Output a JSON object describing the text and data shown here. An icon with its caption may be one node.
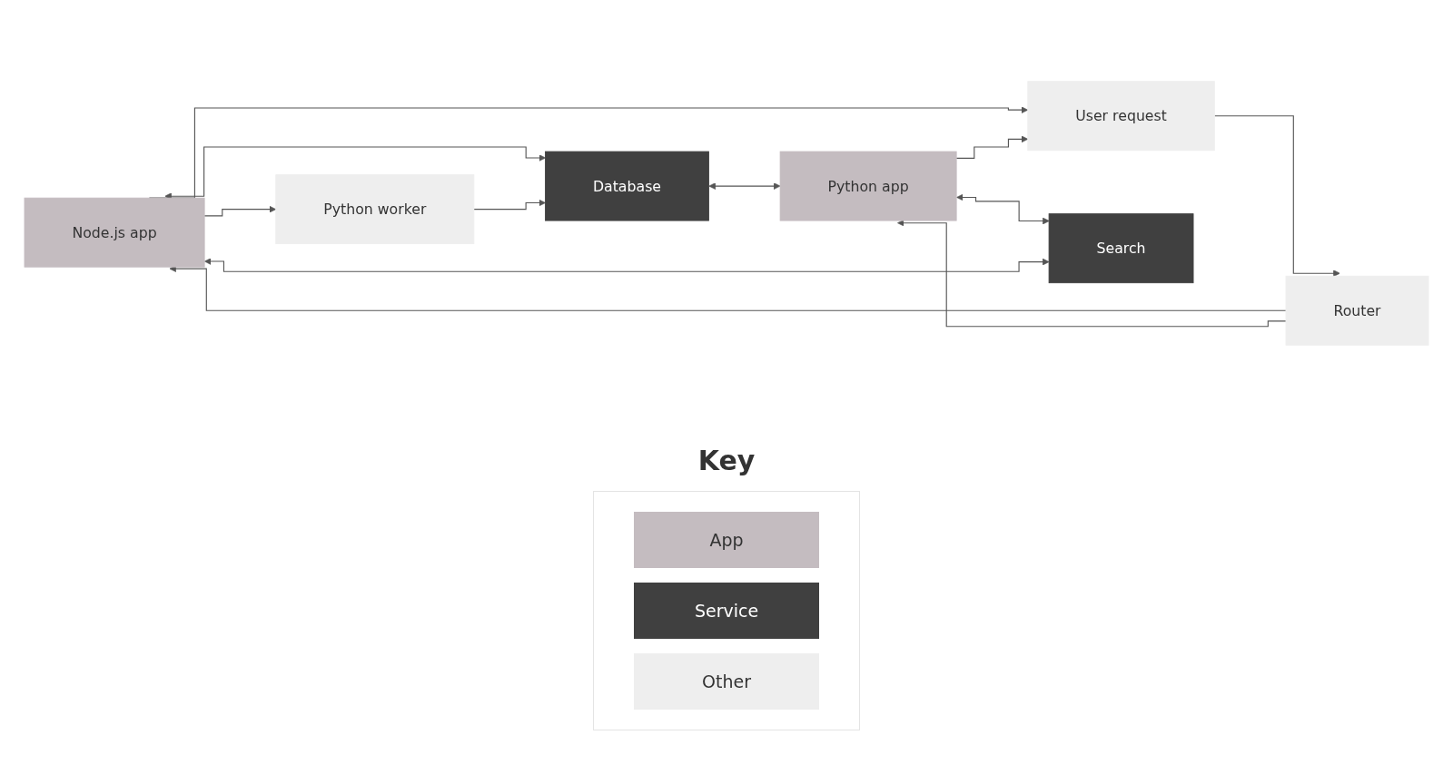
{
  "diagram": {
    "nodes": [
      {
        "text": [
          "Node.js app"
        ]
      },
      {
        "text": [
          "Database"
        ]
      },
      {
        "text": [
          "Python worker"
        ]
      },
      {
        "text": [
          "User request"
        ]
      },
      {
        "text": [
          "Router"
        ]
      },
      {
        "text": [
          "Python app"
        ]
      },
      {
        "text": [
          "Search"
        ]
      }
    ],
    "edges": [
      {
        "from": 3,
        "to": 4,
        "arrow": "to"
      },
      {
        "from": 4,
        "to": 0,
        "arrow": "to"
      },
      {
        "from": 4,
        "to": 5,
        "arrow": "to"
      },
      {
        "from": 0,
        "to": 1,
        "arrow": "both"
      },
      {
        "from": 5,
        "to": 6,
        "arrow": "both"
      },
      {
        "from": 0,
        "to": 3,
        "arrow": "to"
      },
      {
        "from": 0,
        "to": 2,
        "arrow": "to"
      },
      {
        "from": 2,
        "to": 1,
        "arrow": "to"
      },
      {
        "from": 0,
        "to": 6,
        "arrow": "both"
      },
      {
        "from": 1,
        "to": 5,
        "arrow": "both"
      },
      {
        "from": 5,
        "to": 3,
        "arrow": "to"
      }
    ],
    "legend": [
      {
        "text": "Key"
      },
      {
        "text": "App",
        "color": "#c4bcc0"
      },
      {
        "text": "Service",
        "color": "#404040"
      },
      {
        "text": "Other",
        "color": "#eeeeee"
      }
    ]
  }
}
